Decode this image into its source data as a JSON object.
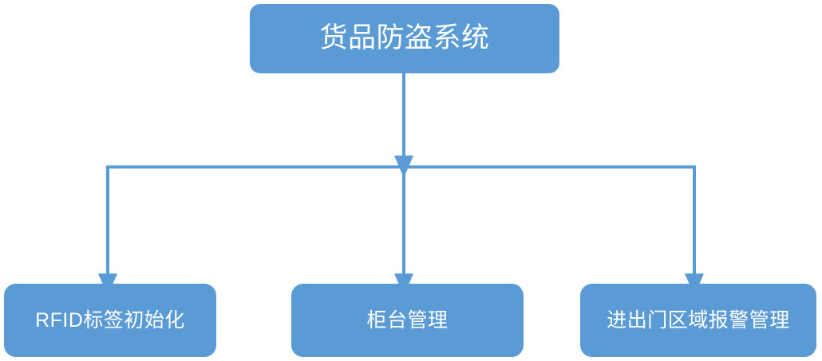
{
  "diagram": {
    "type": "hierarchy-tree",
    "title": "货品防盗系统",
    "colors": {
      "node_fill": "#5B9BD5",
      "node_text": "#FFFFFF",
      "connector": "#5B9BD5",
      "background": "#FFFFFF"
    },
    "root": {
      "label": "货品防盗系统"
    },
    "children": [
      {
        "label": "RFID标签初始化"
      },
      {
        "label": "柜台管理"
      },
      {
        "label": "进出门区域报警管理"
      }
    ]
  }
}
